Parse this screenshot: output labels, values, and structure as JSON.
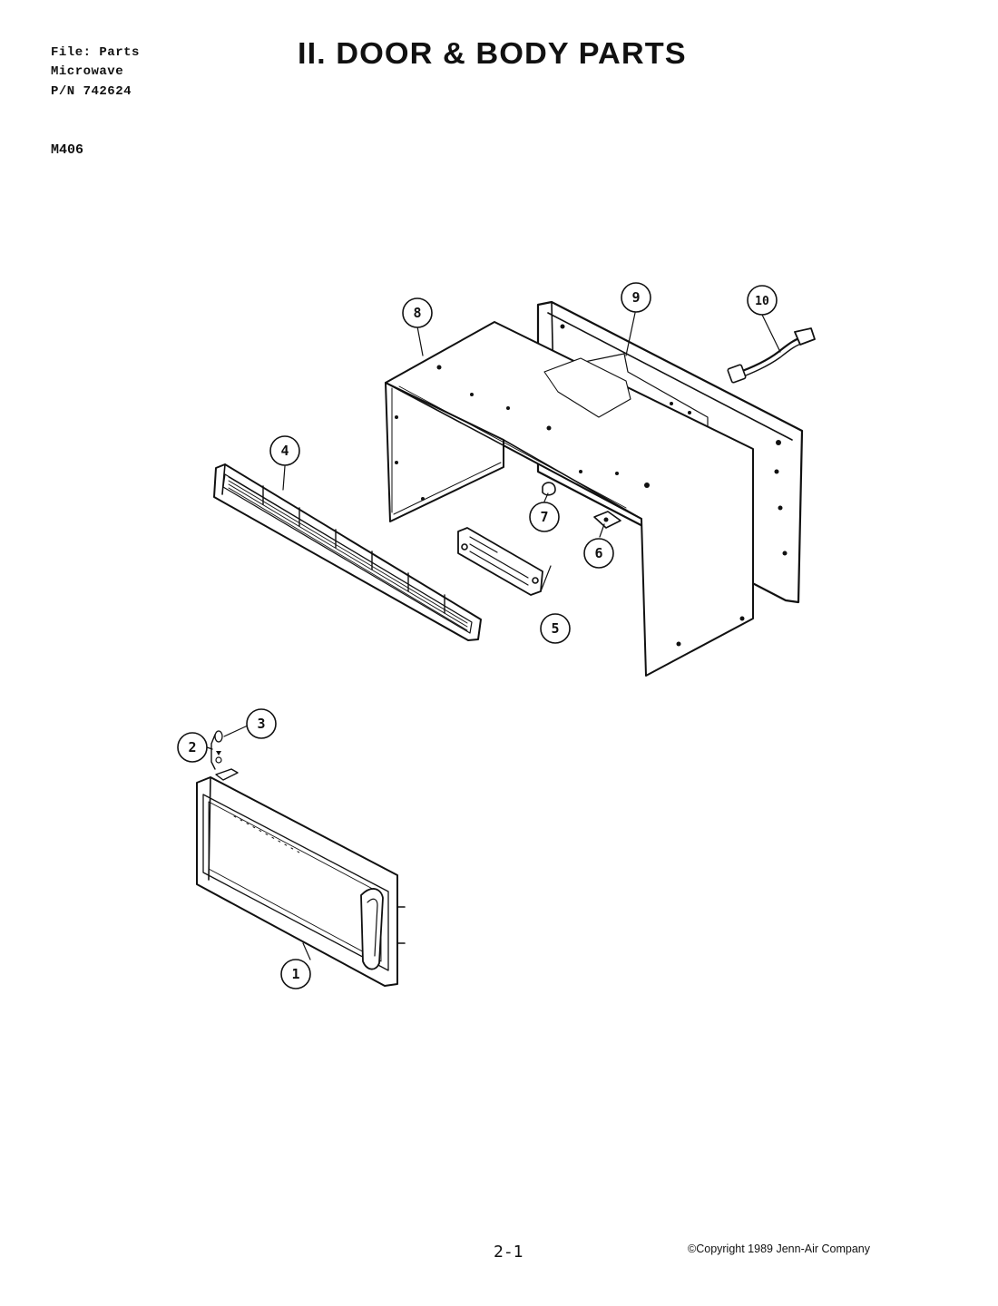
{
  "header": {
    "file_line": "File:  Parts",
    "product_line": "Microwave",
    "part_number_line": "P/N 742624"
  },
  "model": "M406",
  "title": "II. DOOR & BODY PARTS",
  "callouts": [
    {
      "id": "1",
      "part": "door"
    },
    {
      "id": "2",
      "part": "hinge-assembly"
    },
    {
      "id": "3",
      "part": "hinge-pin"
    },
    {
      "id": "4",
      "part": "grille"
    },
    {
      "id": "5",
      "part": "vent-plate"
    },
    {
      "id": "6",
      "part": "bracket"
    },
    {
      "id": "7",
      "part": "clip"
    },
    {
      "id": "8",
      "part": "outer-case"
    },
    {
      "id": "9",
      "part": "back-panel"
    },
    {
      "id": "10",
      "part": "power-cord"
    }
  ],
  "footer": {
    "page_number": "2-1",
    "copyright": "©Copyright 1989 Jenn-Air Company"
  },
  "colors": {
    "ink": "#111111",
    "paper": "#ffffff"
  }
}
